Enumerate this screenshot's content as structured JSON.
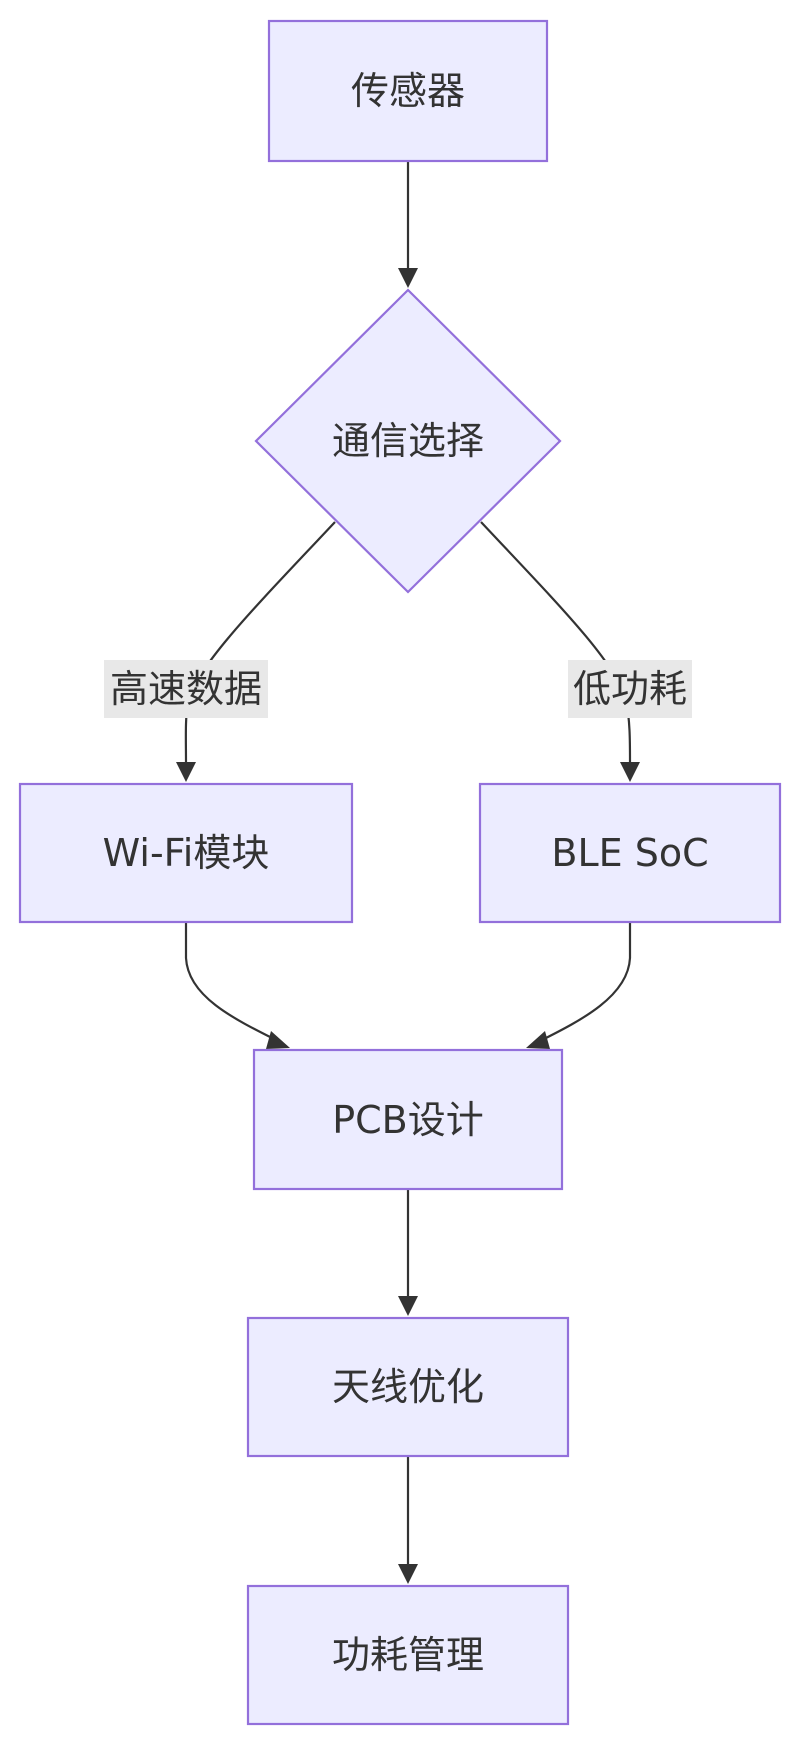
{
  "nodes": {
    "sensor": "传感器",
    "comm_select": "通信选择",
    "wifi": "Wi-Fi模块",
    "ble": "BLE SoC",
    "pcb": "PCB设计",
    "antenna": "天线优化",
    "power": "功耗管理"
  },
  "edge_labels": {
    "high_speed": "高速数据",
    "low_power": "低功耗"
  },
  "colors": {
    "node_fill": "#ececff",
    "node_stroke": "#9370db",
    "edge": "#333333",
    "label_bg": "#e8e8e8",
    "text": "#333333"
  }
}
